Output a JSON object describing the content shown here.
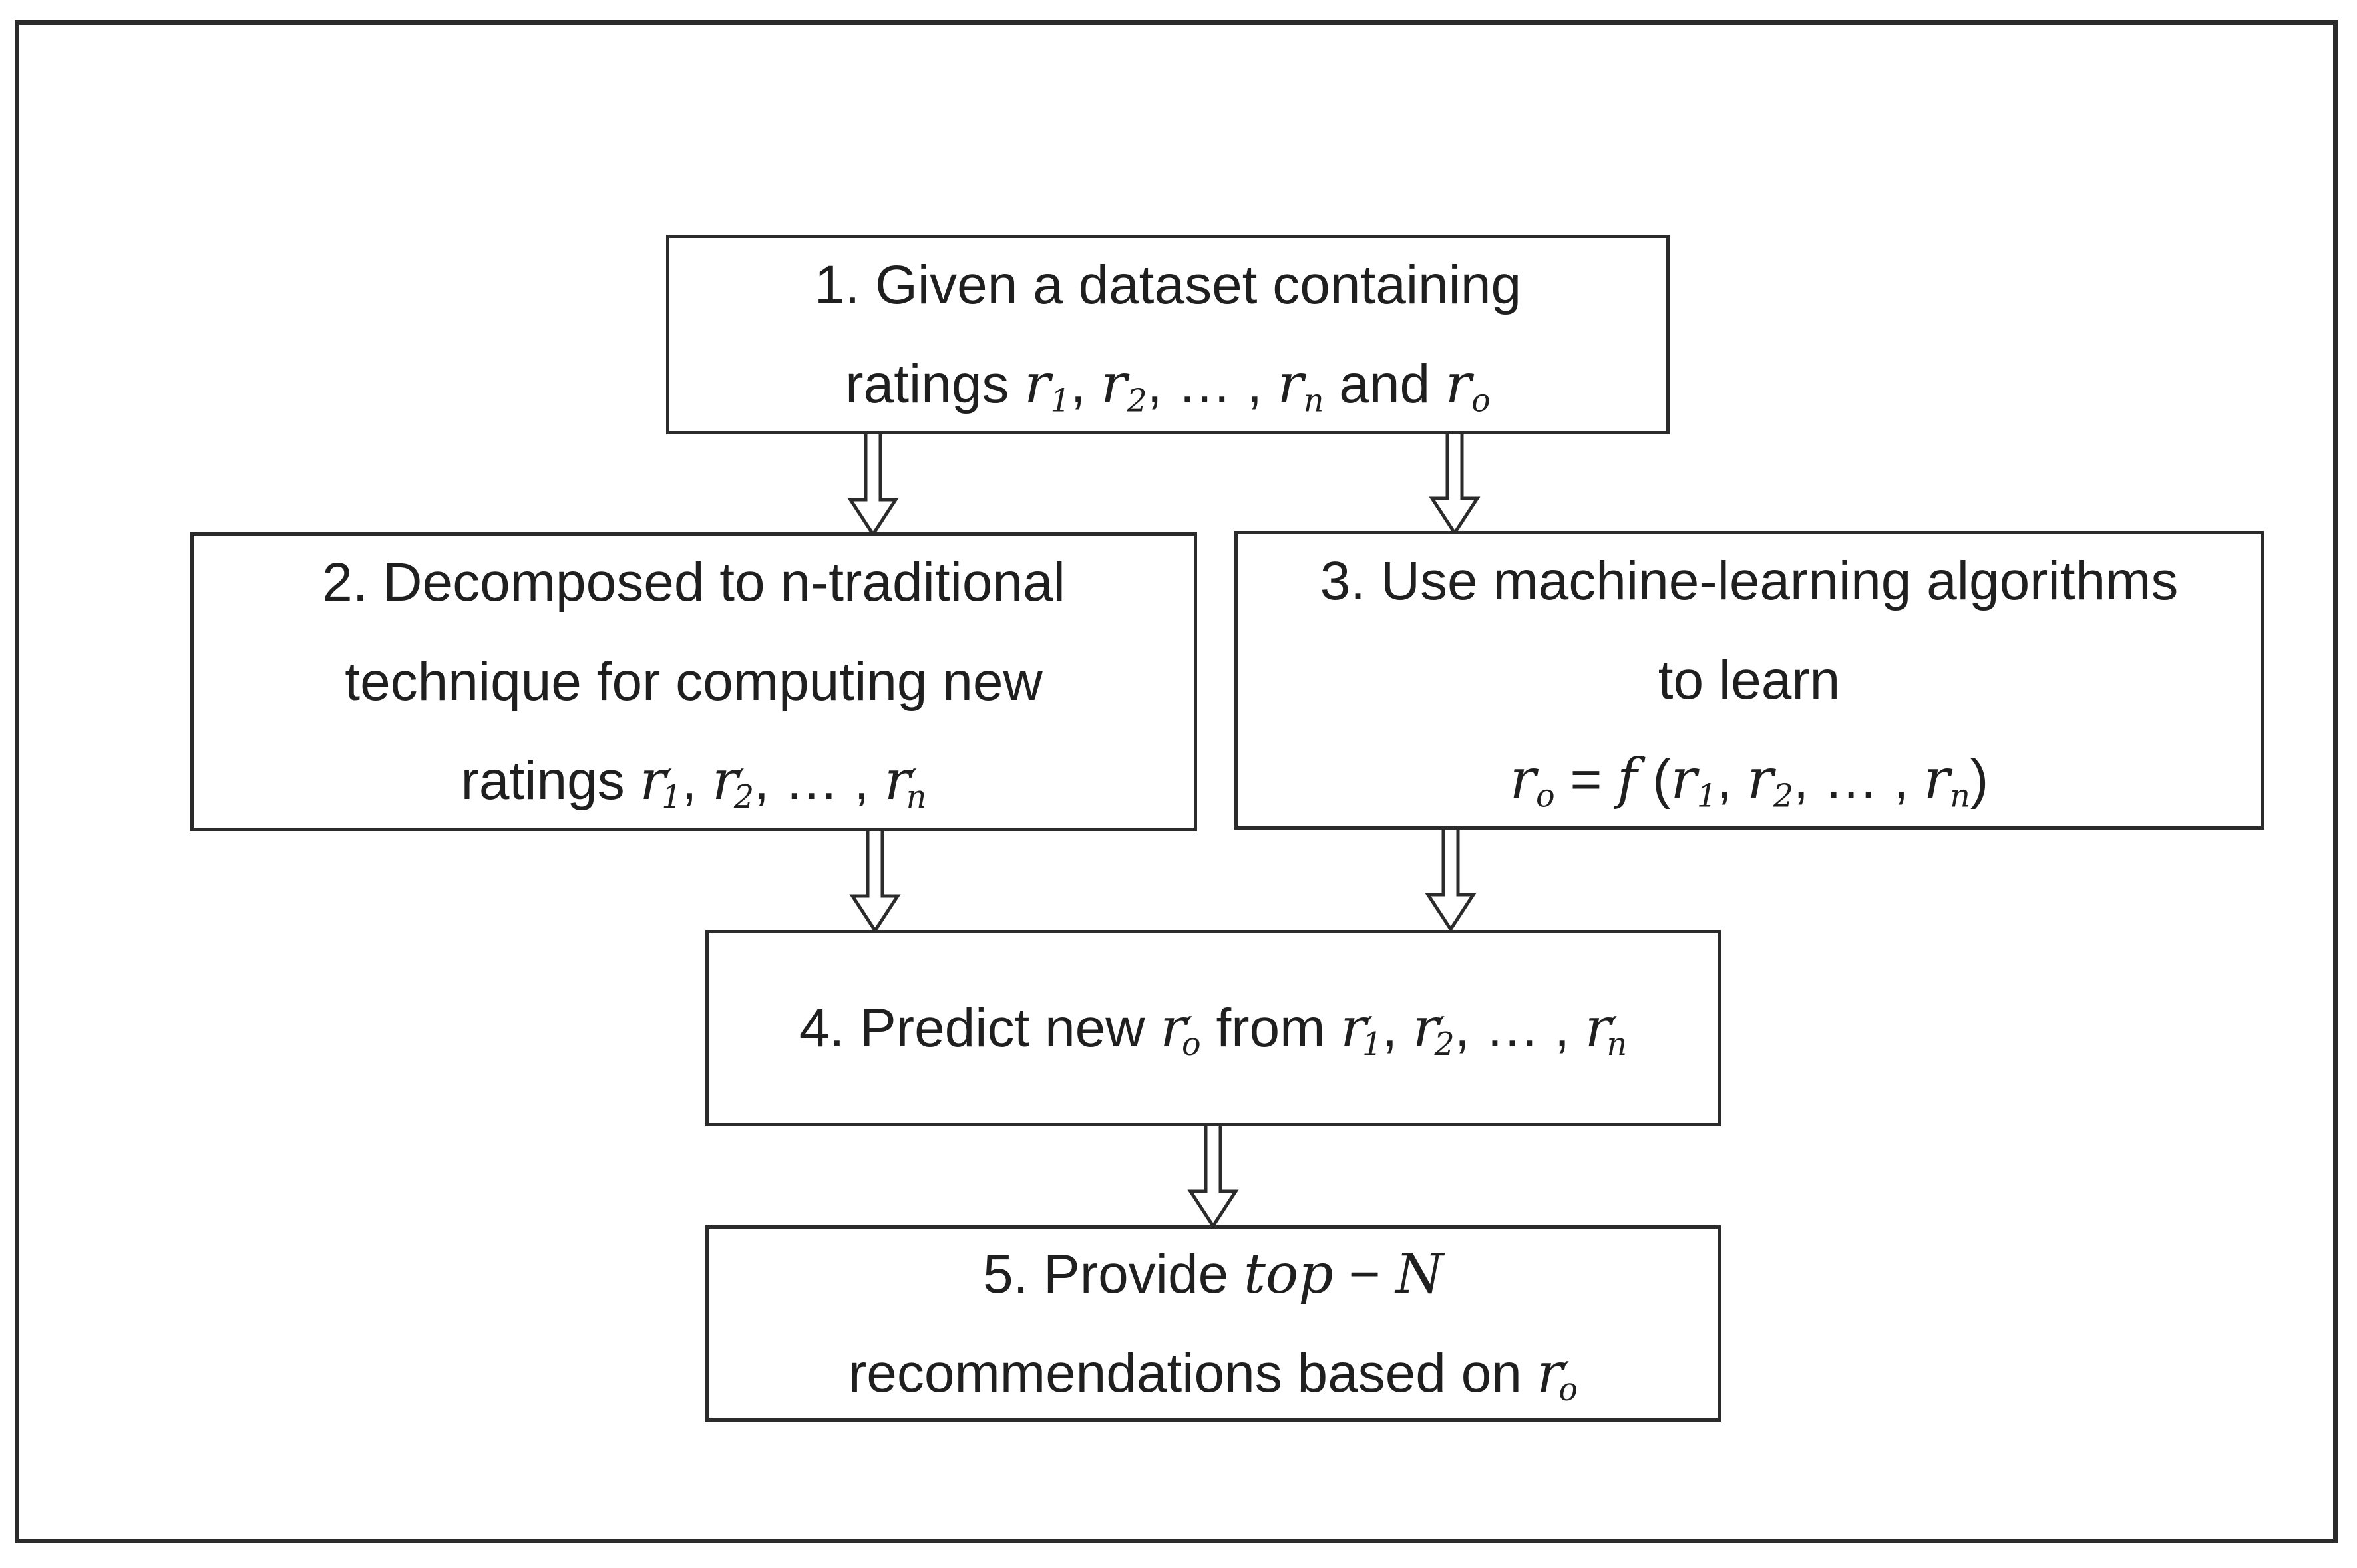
{
  "figure": {
    "type": "flowchart",
    "background_color": "#ffffff",
    "border_color": "#2b2b2b",
    "text_color": "#1f1f1f",
    "boxes": [
      {
        "id": "step-1",
        "plain": "1. Given a dataset containing ratings r1, r2, … , rn and ro",
        "lines": [
          [
            {
              "t": "1. Given a dataset containing"
            }
          ],
          [
            {
              "t": "ratings "
            },
            {
              "m": "r",
              "sub": "1"
            },
            {
              "t": ", "
            },
            {
              "m": "r",
              "sub": "2"
            },
            {
              "t": ", … , "
            },
            {
              "m": "r",
              "sub": "n"
            },
            {
              "t": " and "
            },
            {
              "m": "r",
              "sub": "o"
            }
          ]
        ]
      },
      {
        "id": "step-2",
        "plain": "2. Decomposed to n-traditional technique for computing new ratings r′1, r′2, … , r′n",
        "lines": [
          [
            {
              "t": "2. Decomposed to n-traditional"
            }
          ],
          [
            {
              "t": "technique for computing new"
            }
          ],
          [
            {
              "t": "ratings "
            },
            {
              "m": "r",
              "sub": "1",
              "prime": true
            },
            {
              "t": ", "
            },
            {
              "m": "r",
              "sub": "2",
              "prime": true
            },
            {
              "t": ", … , "
            },
            {
              "m": "r",
              "sub": "n",
              "prime": true
            }
          ]
        ]
      },
      {
        "id": "step-3",
        "plain": "3. Use machine-learning algorithms to learn ro = f(r1, r2, … , rn)",
        "lines": [
          [
            {
              "t": "3. Use machine-learning algorithms"
            }
          ],
          [
            {
              "t": "to learn"
            }
          ],
          [
            {
              "m": "r",
              "sub": "o"
            },
            {
              "t": " = "
            },
            {
              "m": "f"
            },
            {
              "t": " ("
            },
            {
              "m": "r",
              "sub": "1"
            },
            {
              "t": ", "
            },
            {
              "m": "r",
              "sub": "2"
            },
            {
              "t": ", … , "
            },
            {
              "m": "r",
              "sub": "n"
            },
            {
              "t": ")"
            }
          ]
        ]
      },
      {
        "id": "step-4",
        "plain": "4. Predict new r′o from r′1, r′2, … , r′n",
        "lines": [
          [
            {
              "t": "4. Predict new "
            },
            {
              "m": "r",
              "sub": "o",
              "prime": true
            },
            {
              "t": " from "
            },
            {
              "m": "r",
              "sub": "1",
              "prime": true
            },
            {
              "t": ", "
            },
            {
              "m": "r",
              "sub": "2",
              "prime": true
            },
            {
              "t": ", … , "
            },
            {
              "m": "r",
              "sub": "n",
              "prime": true
            }
          ]
        ]
      },
      {
        "id": "step-5",
        "plain": "5. Provide top − N recommendations based on r′o",
        "lines": [
          [
            {
              "t": "5. Provide "
            },
            {
              "m": "top"
            },
            {
              "t": " − "
            },
            {
              "m": "N"
            }
          ],
          [
            {
              "t": "recommendations based on "
            },
            {
              "m": "r",
              "sub": "o",
              "prime": true
            }
          ]
        ]
      }
    ],
    "arrows": [
      {
        "from": "step-1",
        "to": "step-2",
        "style": "hollow-outline-down"
      },
      {
        "from": "step-1",
        "to": "step-3",
        "style": "hollow-outline-down"
      },
      {
        "from": "step-2",
        "to": "step-4",
        "style": "hollow-outline-down"
      },
      {
        "from": "step-3",
        "to": "step-4",
        "style": "hollow-outline-down"
      },
      {
        "from": "step-4",
        "to": "step-5",
        "style": "hollow-outline-down"
      }
    ]
  }
}
